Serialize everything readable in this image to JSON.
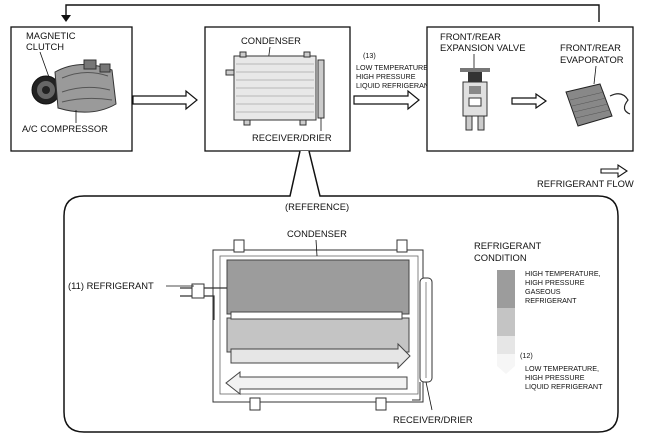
{
  "top": {
    "compressor": {
      "line1": "MAGNETIC",
      "line2": "CLUTCH",
      "label": "A/C COMPRESSOR"
    },
    "condenser": {
      "label": "CONDENSER",
      "receiver": "RECEIVER/DRIER"
    },
    "step13": {
      "number": "(13)",
      "line1": "LOW TEMPERATURE,",
      "line2": "HIGH PRESSURE",
      "line3": "LIQUID REFRIGERANT"
    },
    "valve": {
      "line1": "FRONT/REAR",
      "line2": "EXPANSION VALVE"
    },
    "evaporator": {
      "line1": "FRONT/REAR",
      "line2": "EVAPORATOR"
    }
  },
  "legend": {
    "flow": "REFRIGERANT FLOW"
  },
  "detail": {
    "reference": "(REFERENCE)",
    "condenser": "CONDENSER",
    "refrigerant": "(11) REFRIGERANT",
    "receiver": "RECEIVER/DRIER",
    "condition": {
      "title1": "REFRIGERANT",
      "title2": "CONDITION",
      "hot1": "HIGH TEMPERATURE,",
      "hot2": "HIGH PRESSURE",
      "hot3": "GASEOUS",
      "hot4": "REFRIGERANT",
      "step12": "(12)",
      "cold1": "LOW TEMPERATURE,",
      "cold2": "HIGH PRESSURE",
      "cold3": "LIQUID REFRIGERANT"
    }
  }
}
